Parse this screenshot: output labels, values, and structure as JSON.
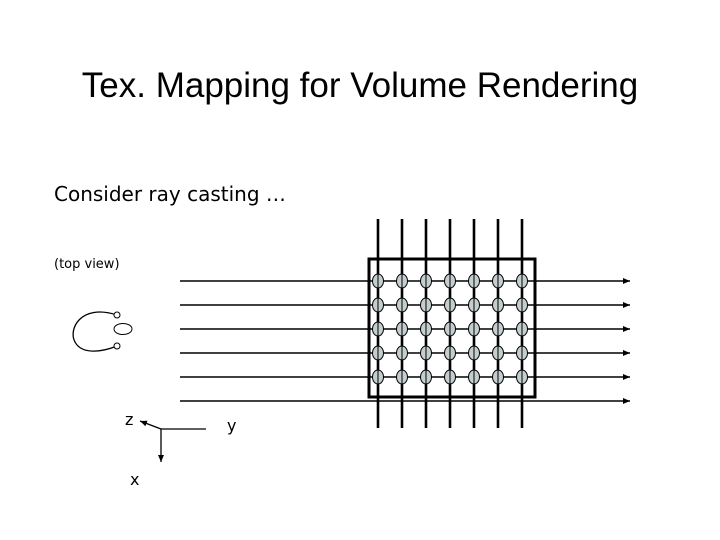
{
  "slide": {
    "title": "Tex. Mapping for Volume Rendering",
    "bullet": "Consider ray casting …",
    "caption": "(top view)"
  },
  "axes": {
    "z": "z",
    "y": "y",
    "x": "x"
  },
  "grid": {
    "rows": 5,
    "cols": 7,
    "rays": 6,
    "slice_lines": 7
  },
  "colors": {
    "line": "#000000",
    "sample_fill": "#c4cece"
  }
}
